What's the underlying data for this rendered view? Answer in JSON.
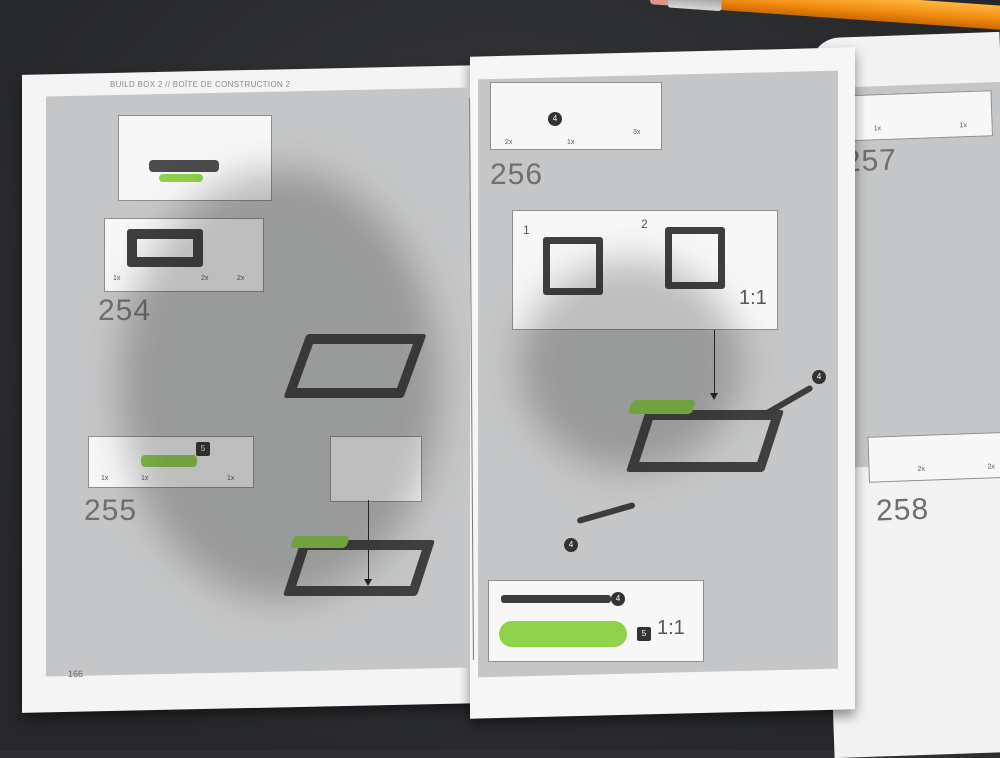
{
  "book": {
    "header": "BUILD BOX 2 // BOÎTE DE CONSTRUCTION 2",
    "page_number": "166",
    "steps": [
      {
        "number": "254",
        "parts": [
          "1x",
          "2x",
          "2x"
        ]
      },
      {
        "number": "255",
        "parts": [
          "1x",
          "1x",
          "1x"
        ]
      },
      {
        "number": "256",
        "parts": [
          "2x",
          "1x",
          "3x"
        ],
        "sub_steps": [
          "1",
          "2"
        ],
        "scale": "1:1"
      },
      {
        "number": "257",
        "parts": [
          "1x",
          "1x"
        ]
      },
      {
        "number": "258",
        "parts": [
          "2x",
          "2x"
        ]
      }
    ],
    "callouts": [
      "4",
      "4",
      "4",
      "4",
      "5",
      "5"
    ],
    "bottom_scale": "1:1"
  },
  "colors": {
    "page": "#f4f4f4",
    "panel_gray": "#c5c6c7",
    "lego_green": "#8fd14a",
    "lego_dark": "#4b4b4b",
    "pencil_orange": "#f08a10"
  }
}
